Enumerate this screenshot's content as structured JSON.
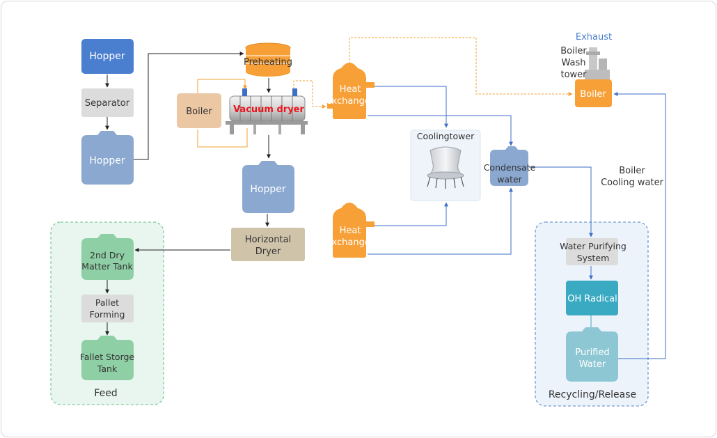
{
  "colors": {
    "blue_dark": "#4a7fcf",
    "blue_steel": "#8aa8d0",
    "gray_box": "#dcdcdc",
    "peach": "#ebc7a4",
    "tan": "#cfc3aa",
    "orange": "#f7a038",
    "green_box": "#8fcfa5",
    "green_area": "#e9f6ef",
    "blue_area": "#edf3fb",
    "teal": "#3aa9c2",
    "teal_light": "#8cc7d3",
    "flow_blue": "#3d6fc4",
    "flow_orange": "#f0a030"
  },
  "nodes": {
    "hopper_top": "Hopper",
    "separator": "Separator",
    "hopper_mid": "Hopper",
    "preheating": "Preheating",
    "boiler_left": "Boiler",
    "vacuum_dryer": "Vacuum dryer",
    "hopper_center": "Hopper",
    "horizontal_dryer": [
      "Horizontal",
      "Dryer"
    ],
    "heat_exchanger_top": [
      "Heat",
      "exchanger"
    ],
    "heat_exchanger_bottom": [
      "Heat",
      "exchanger"
    ],
    "cooling_tower": "Coolingtower",
    "condensate_water": [
      "Condensate",
      "water"
    ],
    "exhaust": "Exhaust",
    "boiler_wash_tower": [
      "Boiler",
      "Wash",
      "tower"
    ],
    "boiler_right": "Boiler",
    "boiler_cooling_water": [
      "Boiler",
      "Cooling water"
    ],
    "water_purifying": [
      "Water Purifying",
      "System"
    ],
    "oh_radical": "OH Radical",
    "purified_water": [
      "Purified",
      "Water"
    ],
    "recycling_label": "Recycling/Release",
    "dry_matter_tank": [
      "2nd Dry",
      "Matter Tank"
    ],
    "pallet_forming": [
      "Pallet",
      "Forming"
    ],
    "pallet_storage": [
      "Fallet Storge",
      "Tank"
    ],
    "feed_label": "Feed"
  }
}
